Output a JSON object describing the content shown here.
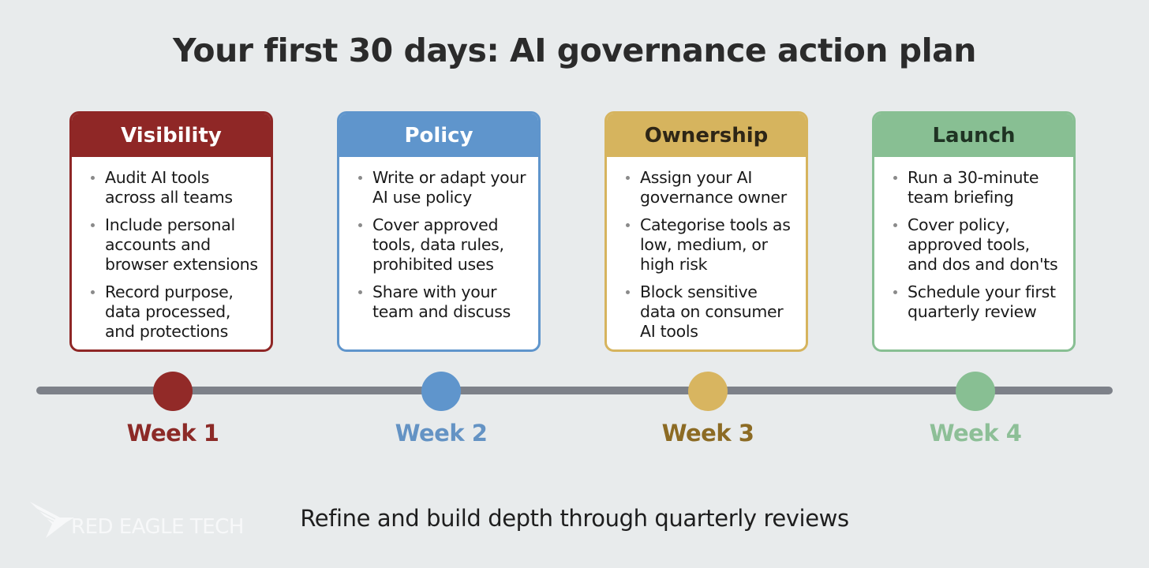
{
  "title": "Your first 30 days: AI governance action plan",
  "cards": [
    {
      "heading": "Visibility",
      "color": "#8f2726",
      "head_text_color": "#ffffff",
      "items": [
        "Audit AI tools across all teams",
        "Include personal accounts and browser extensions",
        "Record purpose, data processed, and protections"
      ]
    },
    {
      "heading": "Policy",
      "color": "#5f95cc",
      "head_text_color": "#ffffff",
      "items": [
        "Write or adapt your AI use policy",
        "Cover approved tools, data rules, prohibited uses",
        "Share with your team and discuss"
      ]
    },
    {
      "heading": "Ownership",
      "color": "#d6b45e",
      "head_text_color": "#2e2616",
      "items": [
        "Assign your AI governance owner",
        "Categorise tools as low, medium, or high risk",
        "Block sensitive data on consumer AI tools"
      ]
    },
    {
      "heading": "Launch",
      "color": "#88bf93",
      "head_text_color": "#1f3323",
      "items": [
        "Run a 30-minute team briefing",
        "Cover policy, approved tools, and dos and don'ts",
        "Schedule your first quarterly review"
      ]
    }
  ],
  "timeline": {
    "line_color": "#7d8189",
    "weeks": [
      {
        "label": "Week 1",
        "dot_color": "#922a28",
        "text_color": "#8c2a27"
      },
      {
        "label": "Week 2",
        "dot_color": "#5f95cc",
        "text_color": "#6493c4"
      },
      {
        "label": "Week 3",
        "dot_color": "#d8b560",
        "text_color": "#8c6b24"
      },
      {
        "label": "Week 4",
        "dot_color": "#88bf93",
        "text_color": "#8dbf97"
      }
    ]
  },
  "footer": "Refine and build depth through quarterly reviews",
  "logo": {
    "text": "RED EAGLE TECH",
    "icon": "eagle-icon"
  }
}
